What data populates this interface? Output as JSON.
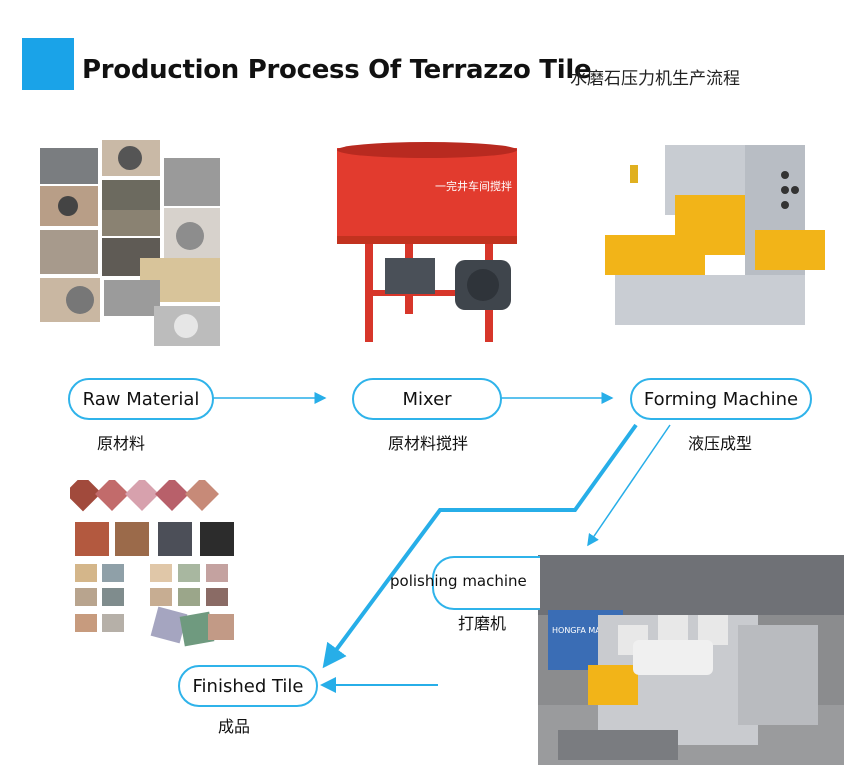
{
  "header": {
    "title": "Production Process Of Terrazzo Tile",
    "subtitle_cn": "水磨石压力机生产流程"
  },
  "steps": [
    {
      "label": "Raw Material",
      "label_cn": "原材料"
    },
    {
      "label": "Mixer",
      "label_cn": "原材料搅拌"
    },
    {
      "label": "Forming Machine",
      "label_cn": "液压成型"
    },
    {
      "label": "polishing machine",
      "label_cn": "打磨机"
    },
    {
      "label": "Finished Tile",
      "label_cn": "成品"
    }
  ],
  "images": {
    "raw_material": "raw material photo collage",
    "mixer": "red mixer machine",
    "forming_machine": "hydraulic press machine",
    "finished_tile": "finished tile samples",
    "polishing_machine": "polishing machine line"
  },
  "mixer_label": "一完井车间搅拌",
  "polisher_brand": "HONGFA MACHINE",
  "colors": {
    "accent": "#1aa3e8",
    "arrow": "#27aee8",
    "mixer_red": "#e23b2e",
    "press_yellow": "#f2b418"
  }
}
